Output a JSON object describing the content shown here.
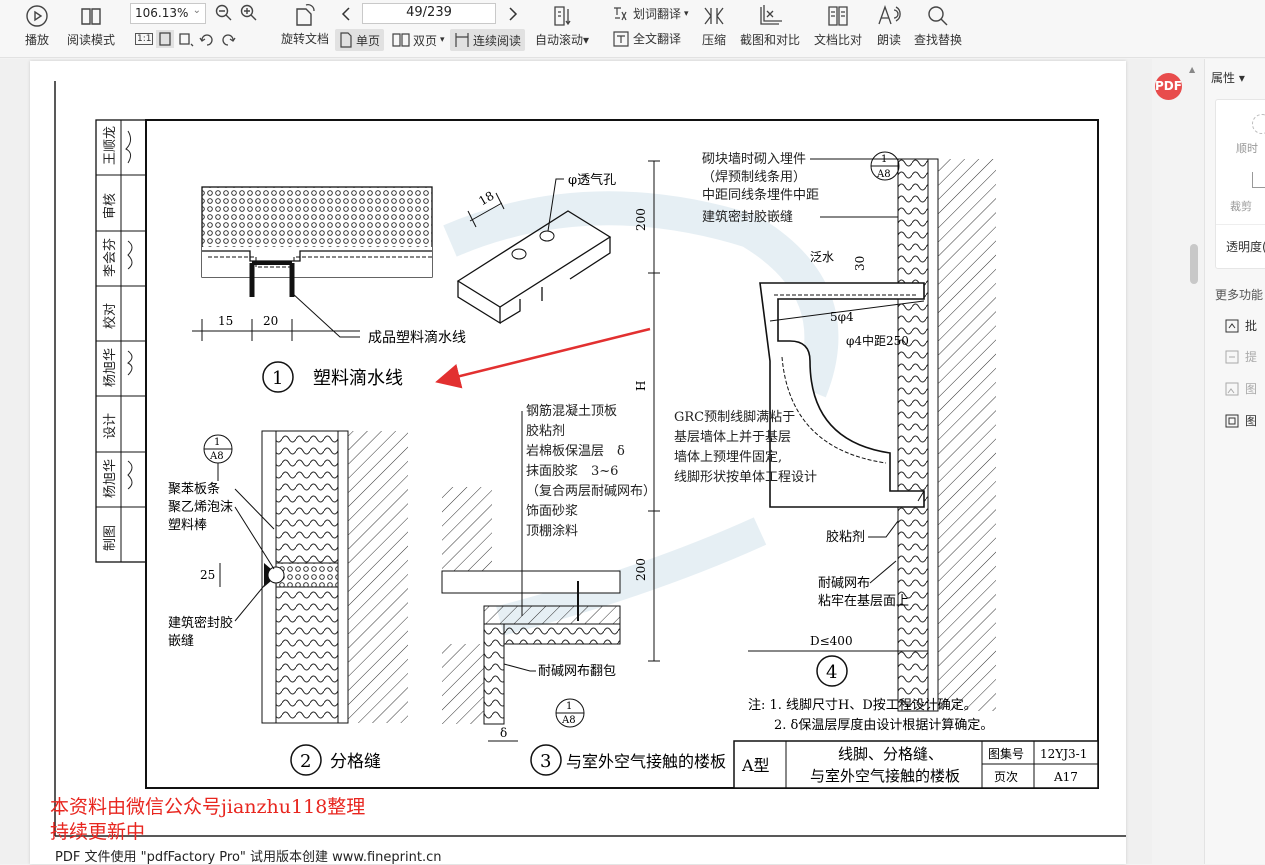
{
  "toolbar": {
    "play": "播放",
    "read_mode": "阅读模式",
    "zoom": "106.13%",
    "rotate": "旋转文档",
    "page_indicator": "49/239",
    "single_page": "单页",
    "double_page": "双页",
    "continuous": "连续阅读",
    "auto_scroll": "自动滚动",
    "word_translate": "划词翻译",
    "full_translate": "全文翻译",
    "compress": "压缩",
    "screenshot_compare": "截图和对比",
    "doc_compare": "文档比对",
    "read_aloud": "朗读",
    "find_replace": "查找替换",
    "actual_size": "1:1"
  },
  "side_panel": {
    "properties": "属性",
    "clockwise": "顺时",
    "crop": "裁剪",
    "opacity": "透明度(",
    "more_functions": "更多功能",
    "batch": "批",
    "extract": "提",
    "image1": "图",
    "image2": "图"
  },
  "pdf_badge": "PDF",
  "drawing": {
    "signatures": [
      "王顺龙",
      "审核",
      "李会芬",
      "校对",
      "杨旭华",
      "设计",
      "杨旭华",
      "制图"
    ],
    "d1_title": "塑料滴水线",
    "d1_num": "1",
    "d1_dim_15": "15",
    "d1_dim_20": "20",
    "d1_label": "成品塑料滴水线",
    "d1_hole": "φ透气孔",
    "d1_dim_18": "18",
    "d2_title": "分格缝",
    "d2_num": "2",
    "d2_ref_top": "1",
    "d2_ref_bot": "A8",
    "d2_label_a": "聚苯板条",
    "d2_label_b": "聚乙烯泡沫",
    "d2_label_c": "塑料棒",
    "d2_dim_25": "25",
    "d2_label_d": "建筑密封胶",
    "d2_label_e": "嵌缝",
    "d3_title": "与室外空气接触的楼板",
    "d3_num": "3",
    "d3_labels": [
      "钢筋混凝土顶板",
      "胶粘剂",
      "岩棉板保温层　δ",
      "抹面胶浆　3~6",
      "（复合两层耐碱网布）",
      "饰面砂浆",
      "顶棚涂料"
    ],
    "d3_mesh": "耐碱网布翻包",
    "d3_ref_top": "1",
    "d3_ref_bot": "A8",
    "d3_delta": "δ",
    "d4_num": "4",
    "d4_ref_top": "1",
    "d4_ref_bot": "A8",
    "d4_labels_top": [
      "砌块墙时砌入埋件",
      "（焊预制线条用）",
      "中距同线条埋件中距",
      "建筑密封胶嵌缝"
    ],
    "d4_fanshui": "泛水",
    "d4_30": "30",
    "d4_5phi4": "5φ4",
    "d4_phi4": "φ4中距250",
    "d4_grc": [
      "GRC预制线脚满粘于",
      "基层墙体上并于基层",
      "墙体上预埋件固定,",
      "线脚形状按单体工程设计"
    ],
    "d4_glue": "胶粘剂",
    "d4_mesh": [
      "耐碱网布",
      "粘牢在基层面上"
    ],
    "d4_dim_200a": "200",
    "d4_dim_H": "H",
    "d4_dim_200b": "200",
    "d4_dim_D": "D≤400",
    "notes": [
      "注: 1. 线脚尺寸H、D按工程设计确定。",
      "2. δ保温层厚度由设计根据计算确定。"
    ],
    "title_type": "A型",
    "title_main_1": "线脚、分格缝、",
    "title_main_2": "与室外空气接触的楼板",
    "atlas_label": "图集号",
    "atlas_value": "12YJ3-1",
    "page_label": "页次",
    "page_value": "A17"
  },
  "watermark": {
    "line1": "本资料由微信公众号jianzhu118整理",
    "line2": "持续更新中"
  },
  "footer_text": "PDF 文件使用 \"pdfFactory Pro\" 试用版本创建 www.fineprint.cn"
}
